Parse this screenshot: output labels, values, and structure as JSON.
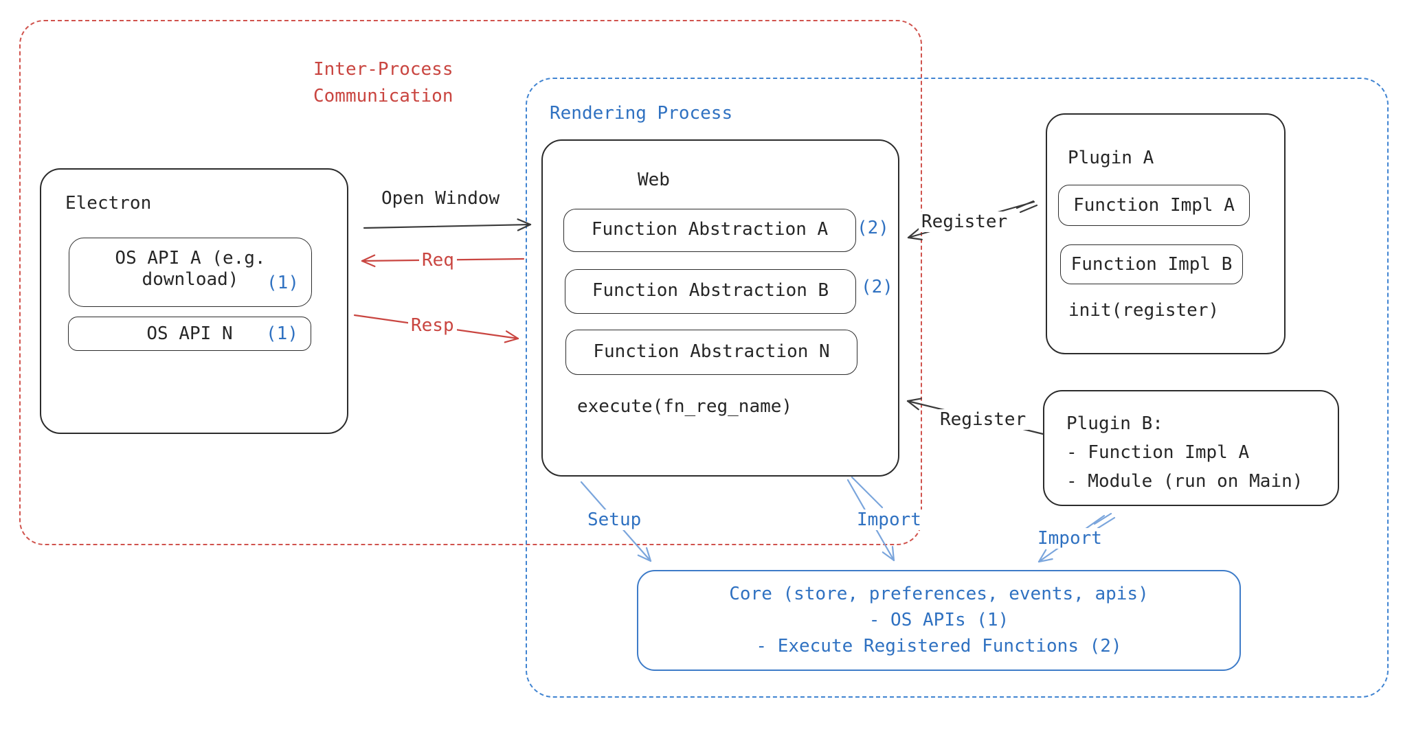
{
  "colors": {
    "red_accent": "#c94540",
    "blue_accent": "#2f71c1",
    "arrow_blue": "#7aa5dc",
    "ink": "#2b2b2b",
    "background": "#ffffff"
  },
  "ipc_region": {
    "label_line1": "Inter-Process",
    "label_line2": "Communication"
  },
  "rendering_region": {
    "label": "Rendering Process"
  },
  "electron": {
    "title": "Electron",
    "api_a": {
      "line1": "OS API A (e.g.",
      "line2": "download)",
      "badge": "(1)"
    },
    "api_n": {
      "label": "OS API N",
      "badge": "(1)"
    }
  },
  "web": {
    "title": "Web",
    "items": [
      {
        "label": "Function Abstraction A",
        "badge": "(2)"
      },
      {
        "label": "Function Abstraction B",
        "badge": "(2)"
      },
      {
        "label": "Function Abstraction N",
        "badge": ""
      }
    ],
    "footer": "execute(fn_reg_name)"
  },
  "plugin_a": {
    "title": "Plugin A",
    "impl_a": "Function Impl A",
    "impl_b": "Function Impl B",
    "footer": "init(register)"
  },
  "plugin_b": {
    "line1": "Plugin B:",
    "line2": "- Function Impl A",
    "line3": "- Module (run on Main)"
  },
  "core": {
    "line1": "Core (store, preferences, events, apis)",
    "line2": "- OS APIs (1)",
    "line3": "- Execute Registered Functions (2)"
  },
  "arrows": {
    "open_window": "Open Window",
    "req": "Req",
    "resp": "Resp",
    "register_a": "Register",
    "register_b": "Register",
    "setup": "Setup",
    "import_web": "Import",
    "import_plugin": "Import"
  }
}
